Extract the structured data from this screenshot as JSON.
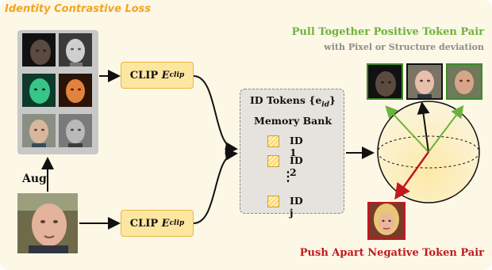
{
  "title": "Identity Contrastive Loss",
  "augment_label": "Aug",
  "clip_top": {
    "label": "CLIP ",
    "sub": "E",
    "subscript": "clip"
  },
  "clip_bottom": {
    "label": "CLIP ",
    "sub": "E",
    "subscript": "clip"
  },
  "memory_bank": {
    "title_line1": "ID Tokens {e",
    "title_sub": "id",
    "title_close": "}",
    "title_line2": "Memory Bank",
    "items": [
      {
        "label": "ID  1"
      },
      {
        "label": "ID  2"
      },
      {
        "label": "ID  j"
      }
    ],
    "ellipsis": "⋮"
  },
  "pull": {
    "title": "Pull Together Positive Token Pair",
    "subtitle": "with Pixel or Structure deviation"
  },
  "push": {
    "title": "Push Apart Negative Token Pair"
  },
  "colors": {
    "accent_orange": "#f2a41f",
    "positive_green": "#6cb33c",
    "negative_red": "#c0181e",
    "clip_fill": "#fde6a0"
  }
}
